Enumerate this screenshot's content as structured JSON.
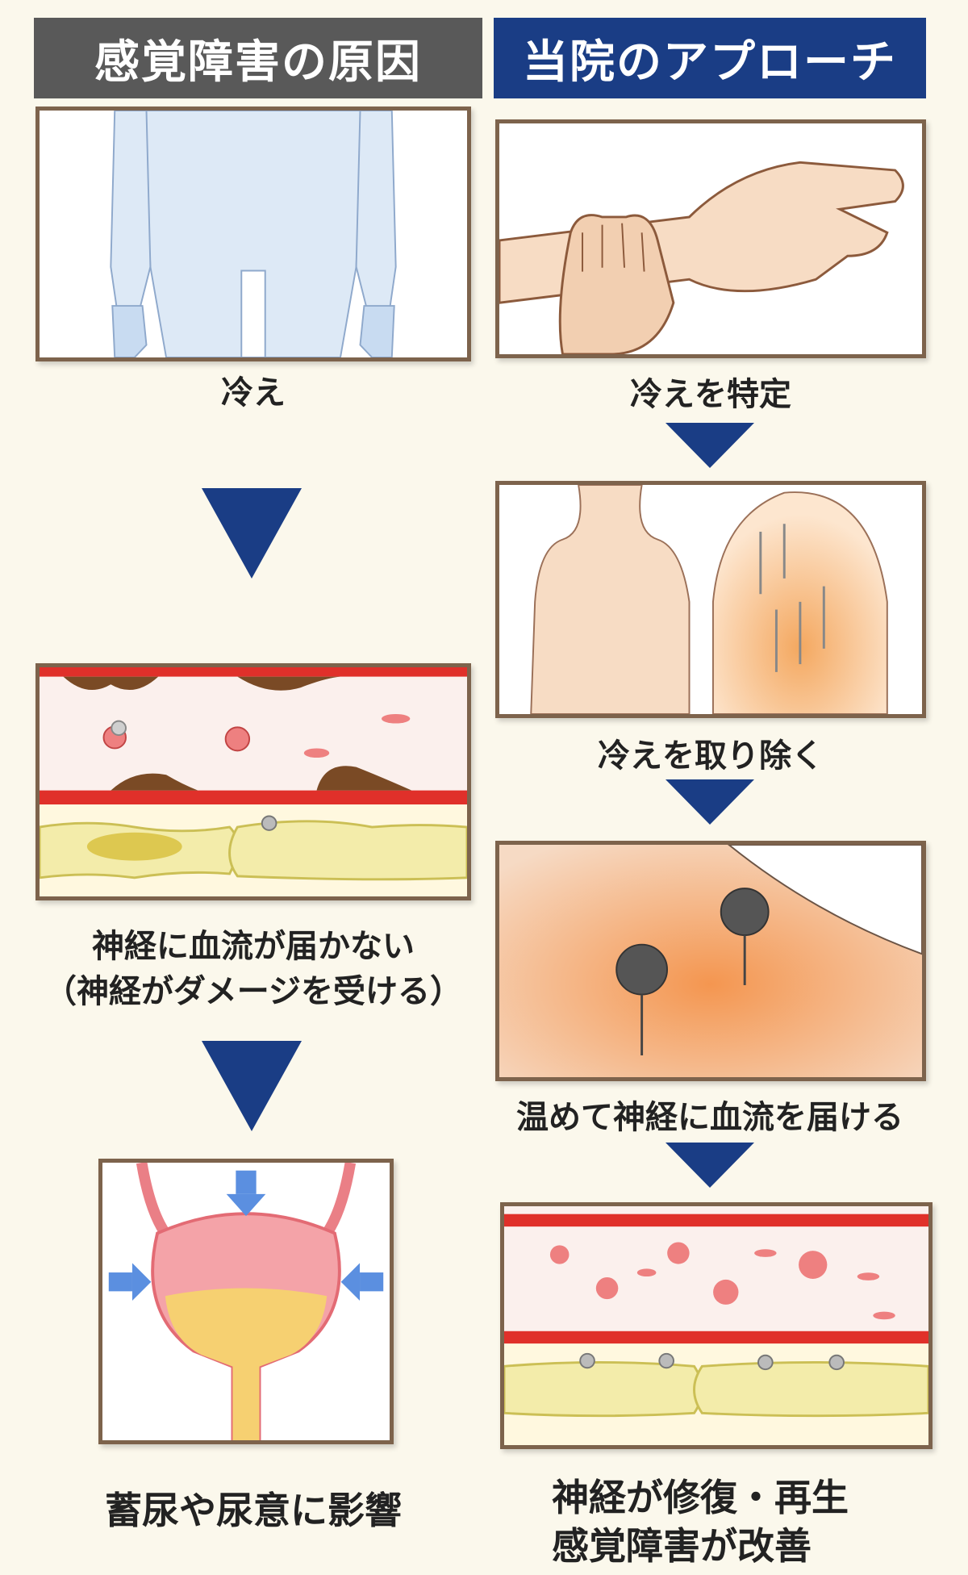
{
  "left_column": {
    "header": "感覚障害の原因",
    "steps": [
      {
        "caption": "冷え",
        "illustration": "cold-body-illustration"
      },
      {
        "caption_line1": "神経に血流が届かない",
        "caption_line2": "（神経がダメージを受ける）",
        "illustration": "blocked-blood-vessel-illustration"
      },
      {
        "caption": "蓄尿や尿意に影響",
        "illustration": "bladder-illustration"
      }
    ]
  },
  "right_column": {
    "header": "当院のアプローチ",
    "steps": [
      {
        "caption": "冷えを特定",
        "illustration": "pulse-check-illustration"
      },
      {
        "caption": "冷えを取り除く",
        "illustration": "acupuncture-back-illustration"
      },
      {
        "caption": "温めて神経に血流を届ける",
        "illustration": "moxibustion-illustration"
      },
      {
        "caption_line1": "神経が修復・再生",
        "caption_line2": "感覚障害が改善",
        "illustration": "healthy-blood-flow-illustration"
      }
    ]
  },
  "colors": {
    "left_header_bg": "#595959",
    "right_header_bg": "#1a3d85",
    "arrow": "#1a3d85",
    "frame_border": "#7d634c",
    "page_bg": "#fbf8ec"
  }
}
